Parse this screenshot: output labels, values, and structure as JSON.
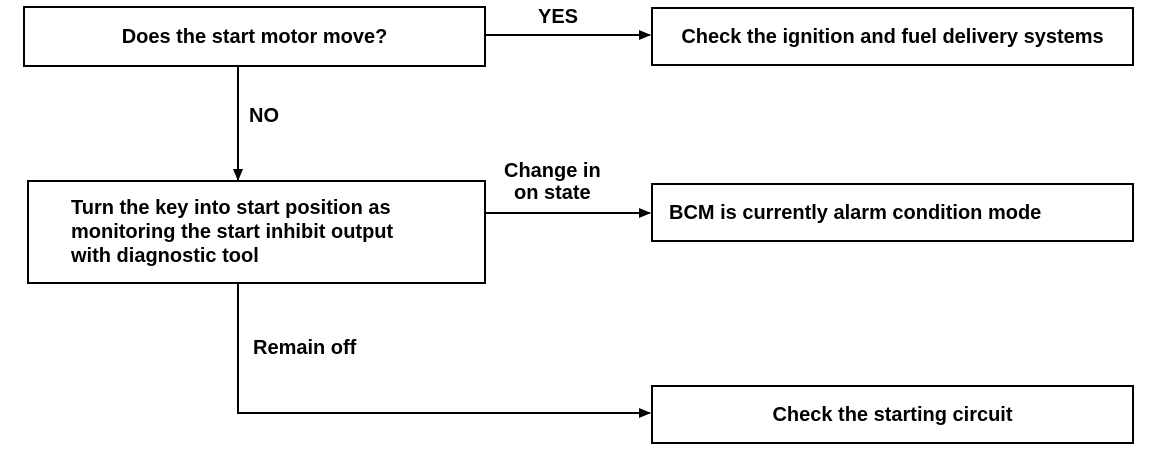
{
  "flowchart": {
    "nodes": {
      "question": "Does the start motor move?",
      "check_ignition": "Check the ignition and fuel delivery systems",
      "monitor": [
        "Turn the key into start position as",
        "monitoring the start inhibit output",
        "with diagnostic tool"
      ],
      "bcm_alarm": "BCM is currently alarm condition mode",
      "check_starting": "Check the starting circuit"
    },
    "edges": {
      "yes": "YES",
      "no": "NO",
      "change": [
        "Change in",
        "on state"
      ],
      "remain_off": "Remain off"
    }
  }
}
